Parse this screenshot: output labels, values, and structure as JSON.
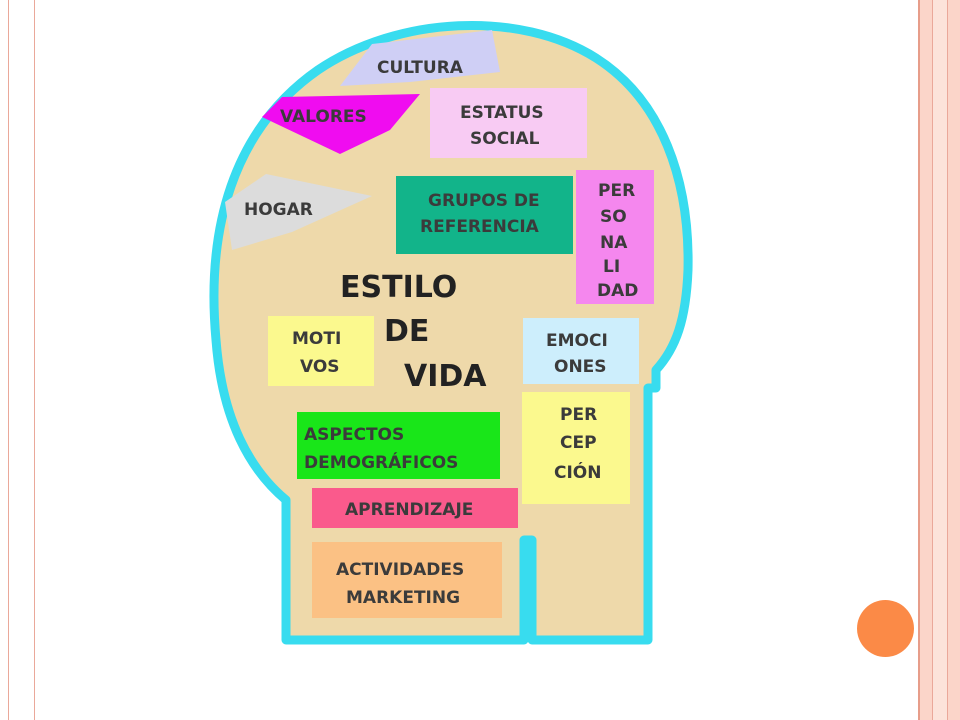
{
  "diagram": {
    "center_title": {
      "line1": "ESTILO",
      "line2": "DE",
      "line3": "VIDA"
    },
    "boxes": {
      "cultura": "CULTURA",
      "valores": "VALORES",
      "estatus": {
        "line1": "ESTATUS",
        "line2": "SOCIAL"
      },
      "hogar": "HOGAR",
      "grupos": {
        "line1": "GRUPOS DE",
        "line2": "REFERENCIA"
      },
      "personalidad": {
        "line1": "PER",
        "line2": "SO",
        "line3": "NA",
        "line4": "LI",
        "line5": "DAD"
      },
      "motivos": {
        "line1": "MOTI",
        "line2": "VOS"
      },
      "emociones": {
        "line1": "EMOCI",
        "line2": "ONES"
      },
      "aspectos": {
        "line1": "ASPECTOS",
        "line2": "DEMOGRÁFICOS"
      },
      "percepcion": {
        "line1": "PER",
        "line2": "CEP",
        "line3": "CIÓN"
      },
      "aprendizaje": "APRENDIZAJE",
      "actividades": {
        "line1": "ACTIVIDADES",
        "line2": "MARKETING"
      }
    },
    "colors": {
      "head_fill": "#eed9aa",
      "head_outline": "#38dcef",
      "cultura": "#cfcff5",
      "valores": "#f00cf0",
      "estatus": "#f8cbf3",
      "hogar": "#dcdcdc",
      "grupos": "#12b48a",
      "personalidad": "#f587ee",
      "motivos": "#fbf98e",
      "emociones": "#cdeefc",
      "aspectos": "#19e619",
      "percepcion": "#fbf98e",
      "aprendizaje": "#fa5a8c",
      "actividades": "#fbc184",
      "accent_dot": "#fb8a47",
      "frame_pink": "#fbd5c9"
    }
  }
}
